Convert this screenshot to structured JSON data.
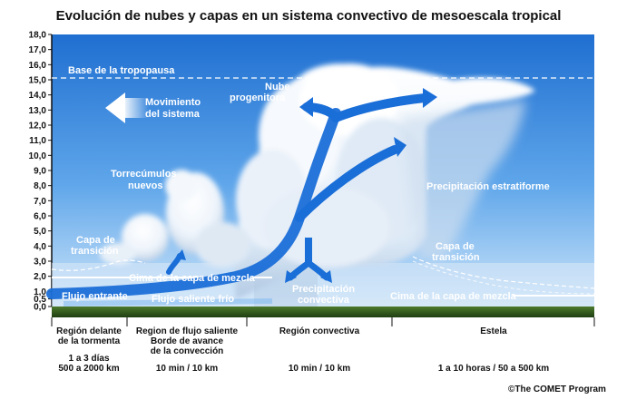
{
  "title": "Evolución de nubes y capas en un sistema convectivo de mesoescala tropical",
  "axis": {
    "ticks": [
      "18,0",
      "17,0",
      "16,0",
      "15,0",
      "14,0",
      "13,0",
      "12,0",
      "11,0",
      "10,0",
      "9,0",
      "8,0",
      "7,0",
      "6,0",
      "5,0",
      "4,0",
      "3,0",
      "2,0",
      "1,0",
      "0,5",
      "0,0"
    ]
  },
  "labels": {
    "tropopause": "Base de la tropopausa",
    "system_motion_1": "Movimiento",
    "system_motion_2": "del sistema",
    "parent_cloud_1": "Nube",
    "parent_cloud_2": "progenitora",
    "new_towers_1": "Torrecúmulos",
    "new_towers_2": "nuevos",
    "stratiform": "Precipitación estratiforme",
    "transition_left_1": "Capa de",
    "transition_left_2": "transición",
    "transition_right_1": "Capa de",
    "transition_right_2": "transición",
    "mixed_layer_top_left": "Cima de la capa de mezcla",
    "mixed_layer_top_right": "Cima de la capa de mezcla",
    "inflow": "Flujo entrante",
    "cold_outflow": "Flujo saliente frío",
    "convective_precip_1": "Precipitación",
    "convective_precip_2": "convectiva"
  },
  "regions": [
    {
      "name_1": "Región delante",
      "name_2": "de la tormenta",
      "name_3": "",
      "time": "1 a 3 días",
      "scale": "500 a 2000 km"
    },
    {
      "name_1": "Region de flujo saliente",
      "name_2": "Borde de avance",
      "name_3": "de la convección",
      "time": "10 min / 10 km",
      "scale": ""
    },
    {
      "name_1": "Región convectiva",
      "name_2": "",
      "name_3": "",
      "time": "10 min / 10 km",
      "scale": ""
    },
    {
      "name_1": "Estela",
      "name_2": "",
      "name_3": "",
      "time": "1 a 10 horas / 50 a 500 km",
      "scale": ""
    }
  ],
  "credit": "©The COMET Program",
  "colors": {
    "sky_top": "#1f6fd1",
    "sky_bottom": "#bcdcf6",
    "arrow_blue": "#1a6ed8",
    "ground": "#2f5d1f"
  }
}
